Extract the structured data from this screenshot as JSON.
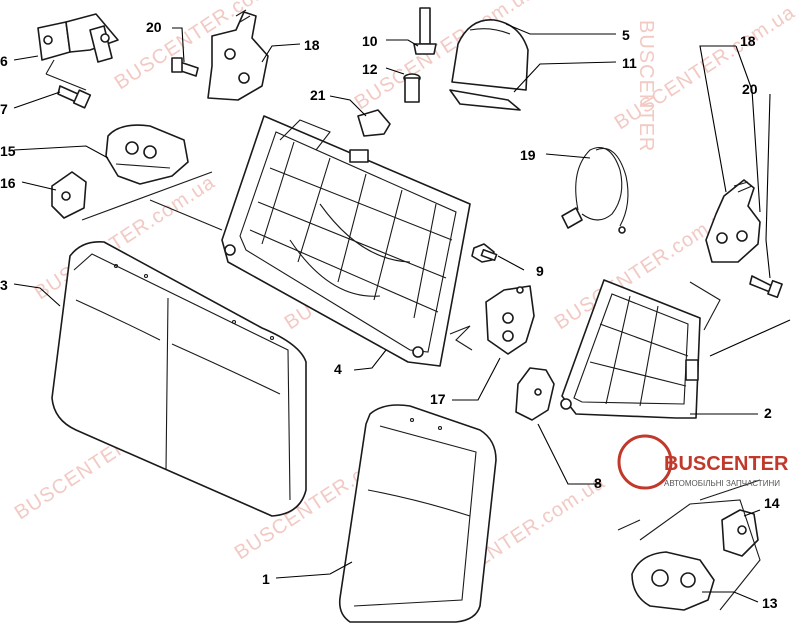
{
  "labels": {
    "p1": "1",
    "p2": "2",
    "p3": "3",
    "p4": "4",
    "p5": "5",
    "p6": "6",
    "p7": "7",
    "p8": "8",
    "p9": "9",
    "p10": "10",
    "p11": "11",
    "p12": "12",
    "p13": "13",
    "p14": "14",
    "p15": "15",
    "p16": "16",
    "p17": "17",
    "p18a": "18",
    "p18b": "18",
    "p19": "19",
    "p20a": "20",
    "p20b": "20",
    "p21": "21"
  },
  "watermark": {
    "text": "BUSCENTER.com.ua",
    "text2": "BUSCENTER",
    "text3": "BUSCENTER.com.ua"
  },
  "logo": {
    "name": "BUSCENTER",
    "tagline": "АВТОМОБІЛЬНІ ЗАПЧАСТИНИ"
  },
  "colors": {
    "watermark": "#f2c9c3",
    "logo": "#c0392b",
    "line": "#1a1a1a"
  }
}
